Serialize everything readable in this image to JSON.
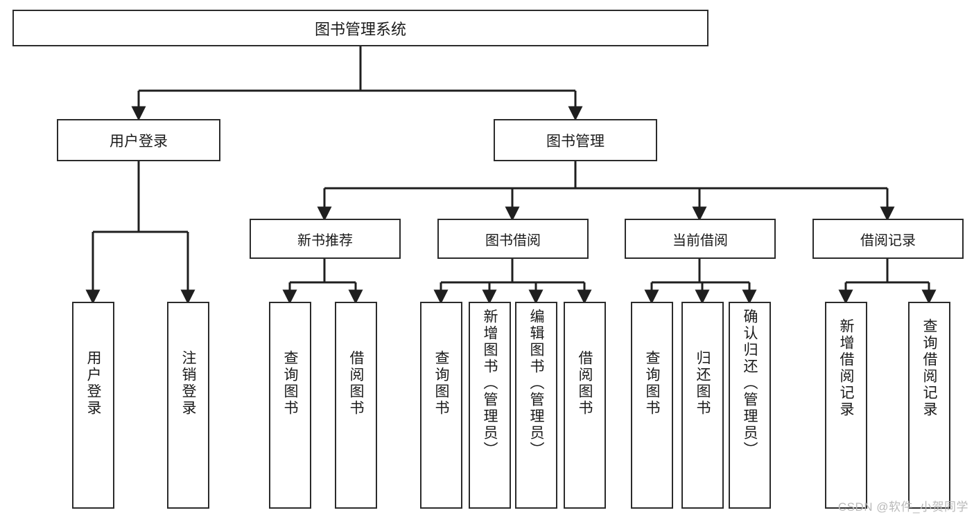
{
  "diagram": {
    "title": "图书管理系统",
    "type": "hierarchy-tree",
    "colors": {
      "box_border": "#2b2b2b",
      "box_fill": "#ffffff",
      "connector": "#1f1f1f",
      "text": "#1a1a1a",
      "watermark": "#b9b9b9"
    },
    "root": {
      "label": "图书管理系统"
    },
    "level2": [
      {
        "label": "用户登录"
      },
      {
        "label": "图书管理"
      }
    ],
    "level3": [
      {
        "label": "新书推荐"
      },
      {
        "label": "图书借阅"
      },
      {
        "label": "当前借阅"
      },
      {
        "label": "借阅记录"
      }
    ],
    "leaves": {
      "user_login": [
        {
          "label": "用户登录"
        },
        {
          "label": "注销登录"
        }
      ],
      "new_book_recommend": [
        {
          "label": "查询图书"
        },
        {
          "label": "借阅图书"
        }
      ],
      "book_borrow": [
        {
          "label": "查询图书"
        },
        {
          "label": "新增图书（管理员）"
        },
        {
          "label": "编辑图书（管理员）"
        },
        {
          "label": "借阅图书"
        }
      ],
      "current_borrow": [
        {
          "label": "查询图书"
        },
        {
          "label": "归还图书"
        },
        {
          "label": "确认归还（管理员）"
        }
      ],
      "borrow_record": [
        {
          "label": "新增借阅记录"
        },
        {
          "label": "查询借阅记录"
        }
      ]
    }
  },
  "watermark": {
    "text": "CSDN @软件_小贺同学"
  }
}
